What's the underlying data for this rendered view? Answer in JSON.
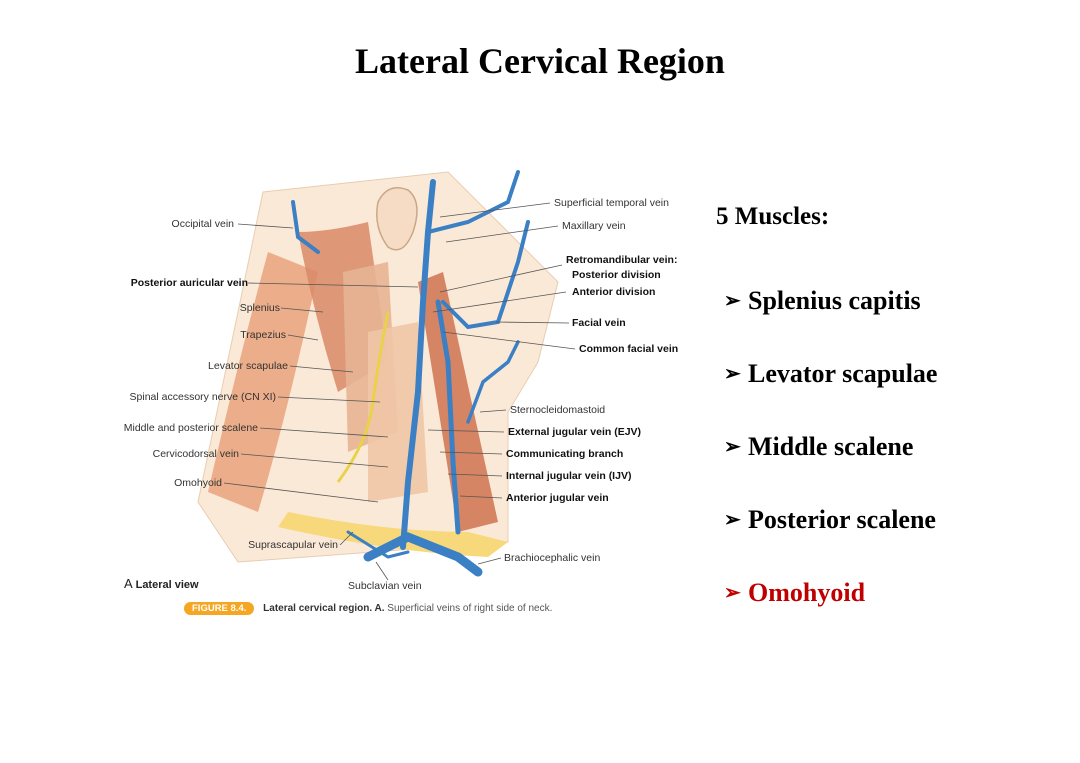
{
  "slide": {
    "title": "Lateral Cervical Region"
  },
  "figure": {
    "left_labels": [
      {
        "text": "Occipital vein",
        "bold": false
      },
      {
        "text": "Posterior auricular vein",
        "bold": true
      },
      {
        "text": "Splenius",
        "bold": false
      },
      {
        "text": "Trapezius",
        "bold": false
      },
      {
        "text": "Levator scapulae",
        "bold": false
      },
      {
        "text": "Spinal accessory nerve (CN XI)",
        "bold": false
      },
      {
        "text": "Middle and posterior scalene",
        "bold": false
      },
      {
        "text": "Cervicodorsal vein",
        "bold": false
      },
      {
        "text": "Omohyoid",
        "bold": false
      },
      {
        "text": "Suprascapular vein",
        "bold": false
      }
    ],
    "right_labels": [
      {
        "text": "Superficial temporal vein",
        "bold": false
      },
      {
        "text": "Maxillary vein",
        "bold": false
      },
      {
        "text": "Retromandibular vein:",
        "bold": true
      },
      {
        "text": "Posterior division",
        "bold": true
      },
      {
        "text": "Anterior division",
        "bold": true
      },
      {
        "text": "Facial vein",
        "bold": true
      },
      {
        "text": "Common facial vein",
        "bold": true
      },
      {
        "text": "Sternocleidomastoid",
        "bold": false
      },
      {
        "text": "External jugular vein (EJV)",
        "bold": true
      },
      {
        "text": "Communicating branch",
        "bold": true
      },
      {
        "text": "Internal jugular vein (IJV)",
        "bold": true
      },
      {
        "text": "Anterior jugular vein",
        "bold": true
      },
      {
        "text": "Brachiocephalic vein",
        "bold": false
      },
      {
        "text": "Subclavian vein",
        "bold": false
      }
    ],
    "view_letter": "A",
    "view_label": "Lateral view",
    "badge": "FIGURE 8.4.",
    "caption_bold": "Lateral cervical region. A.",
    "caption_text": "Superficial veins of right side of neck."
  },
  "muscles": {
    "heading": "5 Muscles:",
    "arrow": "➢",
    "items": [
      {
        "label": "Splenius capitis",
        "highlight": false
      },
      {
        "label": "Levator scapulae",
        "highlight": false
      },
      {
        "label": "Middle scalene",
        "highlight": false
      },
      {
        "label": "Posterior scalene",
        "highlight": false
      },
      {
        "label": "Omohyoid",
        "highlight": true
      }
    ]
  },
  "colors": {
    "vein": "#3b7fc4",
    "muscle": "#e9b08f",
    "nerve": "#e8d24a",
    "highlight": "#c00000"
  }
}
